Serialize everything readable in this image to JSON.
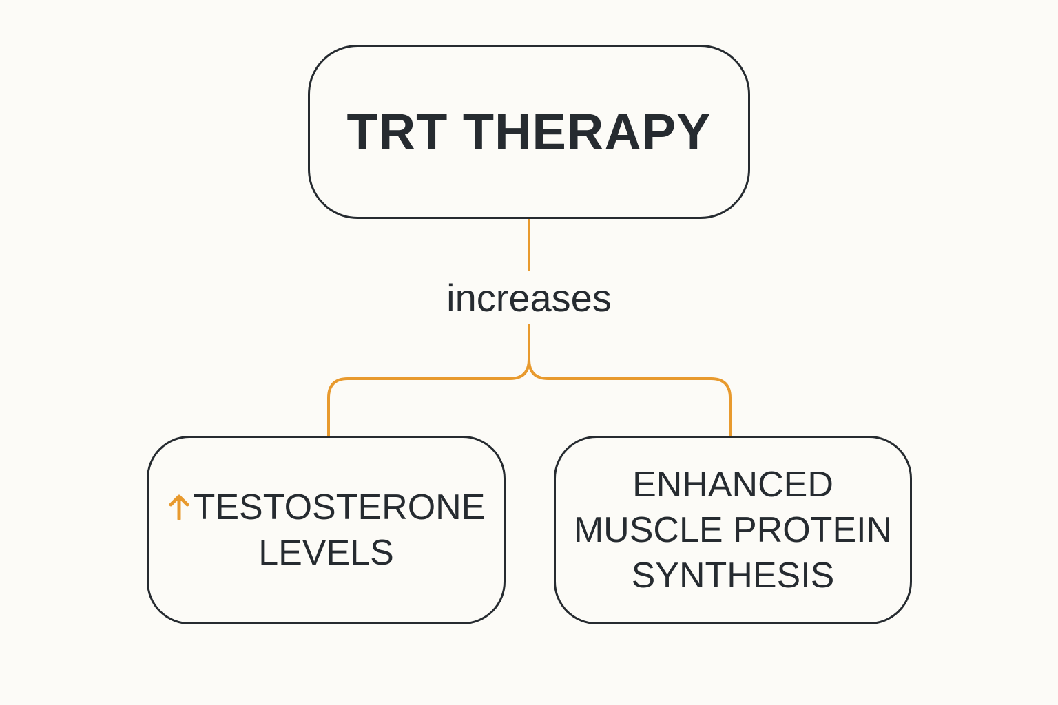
{
  "diagram": {
    "root": {
      "label": "TRT THERAPY"
    },
    "edge": {
      "label": "increases"
    },
    "children": [
      {
        "icon": "up-arrow-icon",
        "lines": [
          "TESTOSTERONE",
          "LEVELS"
        ]
      },
      {
        "lines": [
          "ENHANCED",
          "MUSCLE PROTEIN",
          "SYNTHESIS"
        ]
      }
    ]
  },
  "colors": {
    "background": "#fcfbf7",
    "stroke": "#262b30",
    "accent": "#e89a2e",
    "text": "#262b30"
  }
}
